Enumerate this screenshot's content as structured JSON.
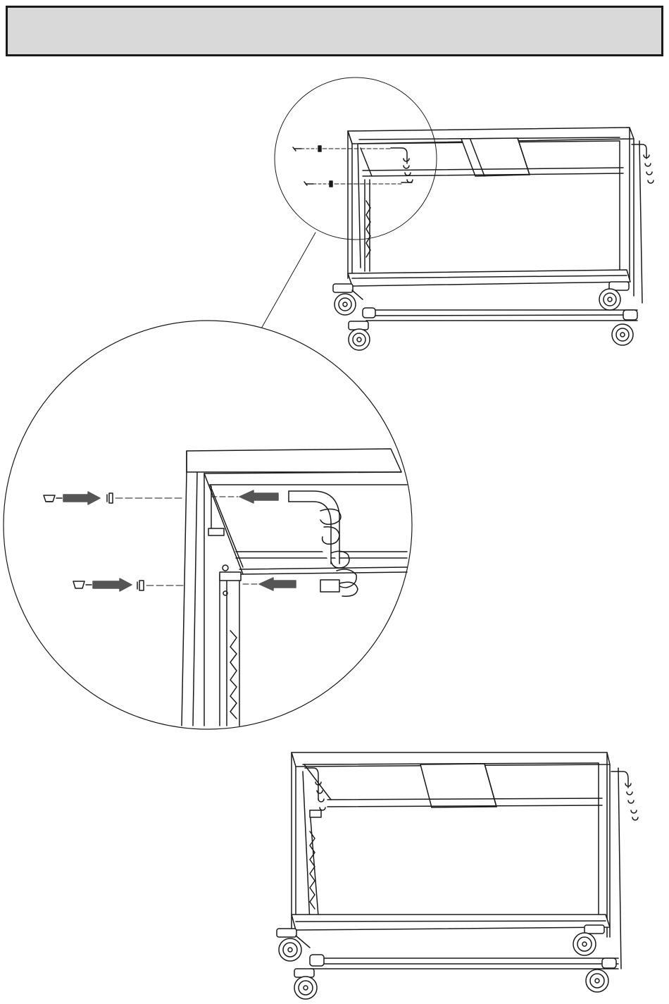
{
  "header": {
    "title": ""
  },
  "figures": [
    {
      "id": "overview-before",
      "description_icon": "cart-frame-icon"
    },
    {
      "id": "detail-callout",
      "description_icon": "magnified-detail-icon"
    },
    {
      "id": "overview-after",
      "description_icon": "cart-frame-icon"
    }
  ],
  "colors": {
    "line": "#1a1a1a",
    "arrow": "#555555",
    "header_bg": "#d9d9d9"
  }
}
